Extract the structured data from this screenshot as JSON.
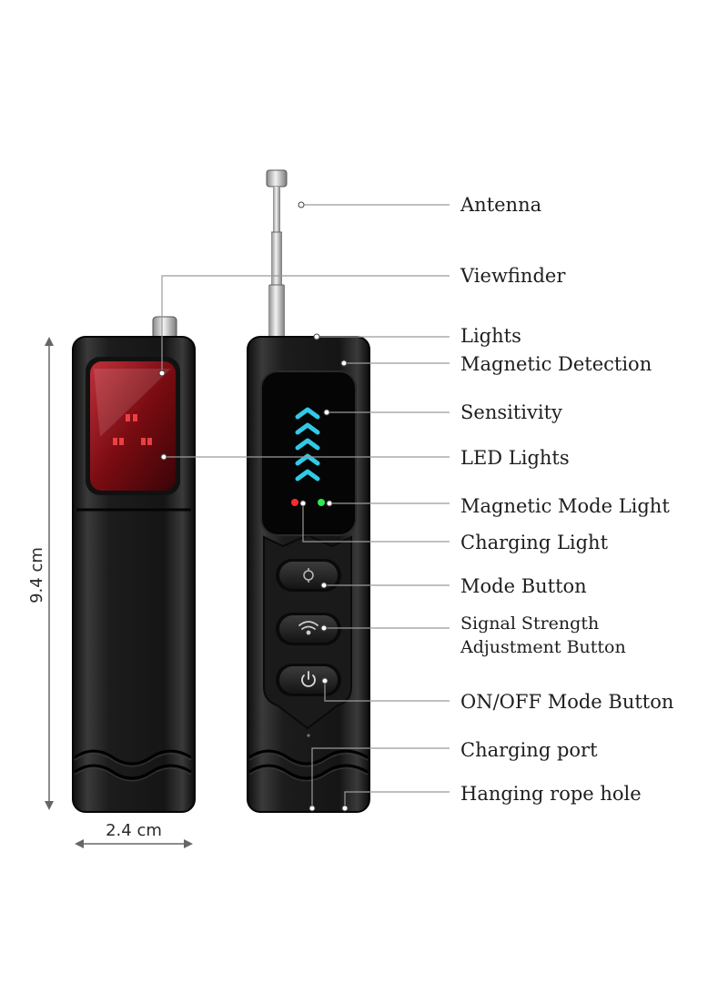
{
  "dimensions": {
    "height": "9.4 cm",
    "width": "2.4 cm"
  },
  "callouts": [
    {
      "id": "antenna",
      "lines": [
        "Antenna"
      ]
    },
    {
      "id": "viewfinder",
      "lines": [
        "Viewfinder"
      ]
    },
    {
      "id": "lights",
      "lines": [
        "Lights"
      ]
    },
    {
      "id": "magnetic-detection",
      "lines": [
        "Magnetic Detection"
      ]
    },
    {
      "id": "sensitivity",
      "lines": [
        "Sensitivity"
      ]
    },
    {
      "id": "led-lights",
      "lines": [
        "LED Lights"
      ]
    },
    {
      "id": "magnetic-mode-light",
      "lines": [
        "Magnetic Mode Light"
      ]
    },
    {
      "id": "charging-light",
      "lines": [
        "Charging Light"
      ]
    },
    {
      "id": "mode-button",
      "lines": [
        "Mode Button"
      ]
    },
    {
      "id": "signal-strength-button",
      "lines": [
        "Signal Strength",
        "Adjustment Button"
      ]
    },
    {
      "id": "on-off-button",
      "lines": [
        "ON/OFF Mode Button"
      ]
    },
    {
      "id": "charging-port",
      "lines": [
        "Charging port"
      ]
    },
    {
      "id": "hanging-rope-hole",
      "lines": [
        "Hanging rope hole"
      ]
    }
  ],
  "indicator_colors": {
    "sensitivity_chevrons": "#31c9e6",
    "charging_light": "#ff2b2b",
    "magnetic_mode_light": "#2ee84d",
    "viewfinder_lens": "#9c1a20"
  },
  "icons": {
    "mode_button": "target-icon",
    "signal_button": "wifi-icon",
    "power_button": "power-icon"
  }
}
